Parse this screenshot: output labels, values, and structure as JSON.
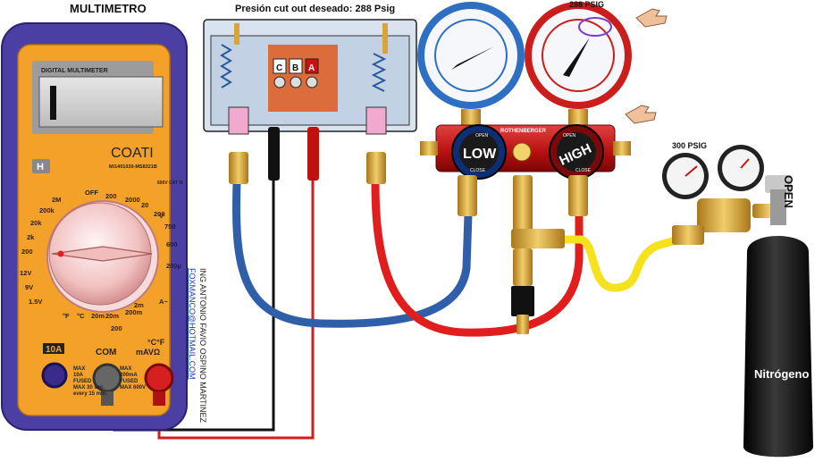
{
  "labels": {
    "multimeter_title": "MULTIMETRO",
    "cutout_title": "Presión cut out deseado: 288 Psig",
    "high_gauge_label": "288 PSIG",
    "regulator_label": "300 PSIG",
    "open_label": "OPEN",
    "credit_name": "ING ANTONIO FAVIO OSPINO MARTINEZ",
    "credit_email": "FOXMANCO@HOTMAIL.COM"
  },
  "multimeter": {
    "display_caption": "DIGITAL MULTIMETER",
    "brand": "COATI",
    "model": "MI1401030-MS8321B",
    "hold_key": "H",
    "rating": "600V CAT III",
    "dial": [
      "OFF",
      "200",
      "2000",
      "20",
      "200",
      "V",
      "750",
      "2M",
      "200k",
      "20k",
      "2k",
      "200",
      "12V",
      "9V",
      "1.5V",
      "°F",
      "°C",
      "20m",
      "20m",
      "200m",
      "2m",
      "200µ",
      "600",
      "200",
      "A~",
      "V~"
    ],
    "port_10a": "10A",
    "port_com": "COM",
    "port_mav": "mAVΩ",
    "port_units": "°C°F",
    "fuse_10a": [
      "MAX",
      "10A",
      "FUSED",
      "MAX 30 sec.",
      "every 15 min."
    ],
    "fuse_ma": [
      "MAX",
      "200mA",
      "FUSED",
      "MAX 600V"
    ]
  },
  "manifold": {
    "brand": "ROTHENBERGER",
    "low_knob": "LOW",
    "high_knob": "HIGH",
    "open": "OPEN",
    "close": "CLOSE"
  },
  "switch_terminals": [
    "C",
    "B",
    "A"
  ],
  "cylinder_label": "Nitrógeno",
  "colors": {
    "meter_body": "#4b3fa3",
    "meter_face": "#f4a12a",
    "hose_blue": "#2f5fa8",
    "hose_red": "#e01e1e",
    "hose_yellow": "#f5e11c",
    "cylinder": "#161616",
    "brass": "#d9a43a"
  }
}
